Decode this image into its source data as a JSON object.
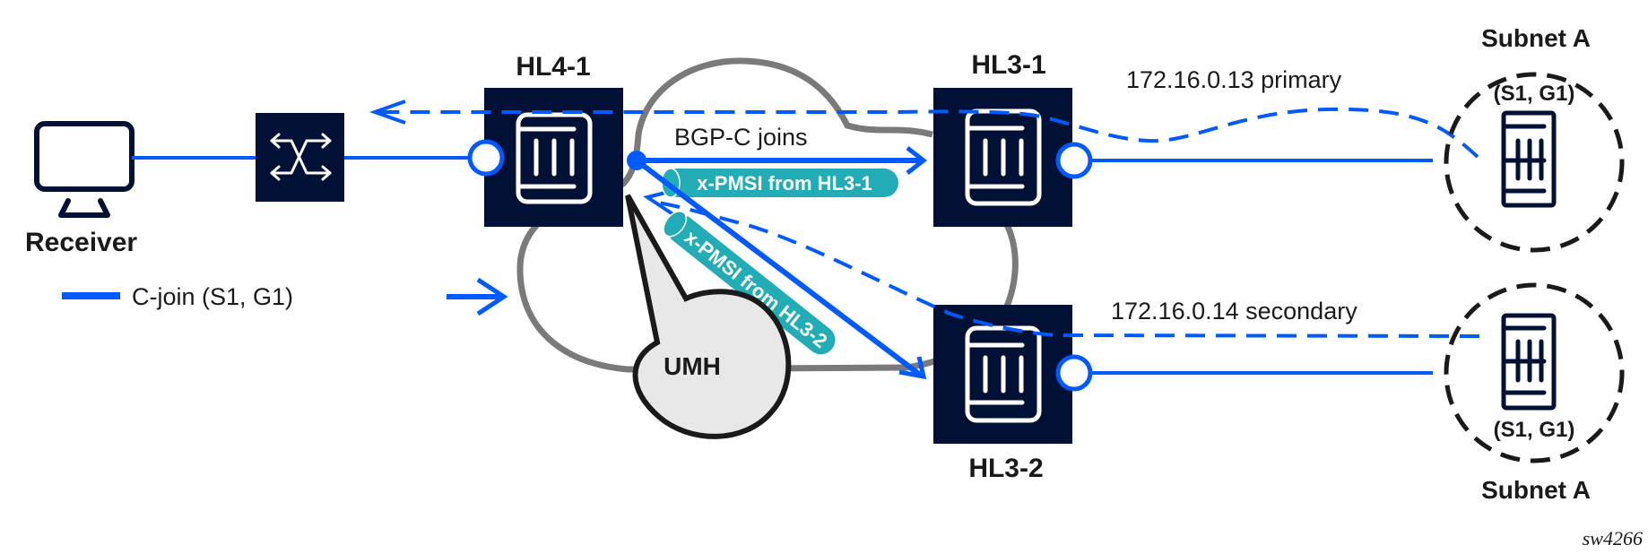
{
  "colors": {
    "node_fill": "#001135",
    "link_blue": "#005aff",
    "cloud_gray": "#7a7a7a",
    "pipe_teal": "#22adb6",
    "umh_fill": "#e8e8e8",
    "text_dark": "#1a1a1a"
  },
  "nodes": {
    "receiver": {
      "label": "Receiver",
      "icon": "monitor-icon"
    },
    "switch": {
      "icon": "switch-icon"
    },
    "hl4_1": {
      "label": "HL4-1",
      "icon": "router-icon"
    },
    "hl3_1": {
      "label": "HL3-1",
      "icon": "router-icon"
    },
    "hl3_2": {
      "label": "HL3-2",
      "icon": "router-icon"
    },
    "source_top": {
      "subnet": "Subnet A",
      "group": "(S1, G1)",
      "icon": "server-icon"
    },
    "source_bottom": {
      "subnet": "Subnet A",
      "group": "(S1, G1)",
      "icon": "server-icon"
    },
    "umh": {
      "label": "UMH"
    }
  },
  "links": {
    "bgp_c_joins": "BGP-C joins",
    "pmsi_hl3_1": "x-PMSI from HL3-1",
    "pmsi_hl3_2": "x-PMSI from HL3-2",
    "primary": "172.16.0.13 primary",
    "secondary": "172.16.0.14 secondary"
  },
  "legend": {
    "c_join": "C-join (S1, G1)"
  },
  "figure_id": "sw4266"
}
